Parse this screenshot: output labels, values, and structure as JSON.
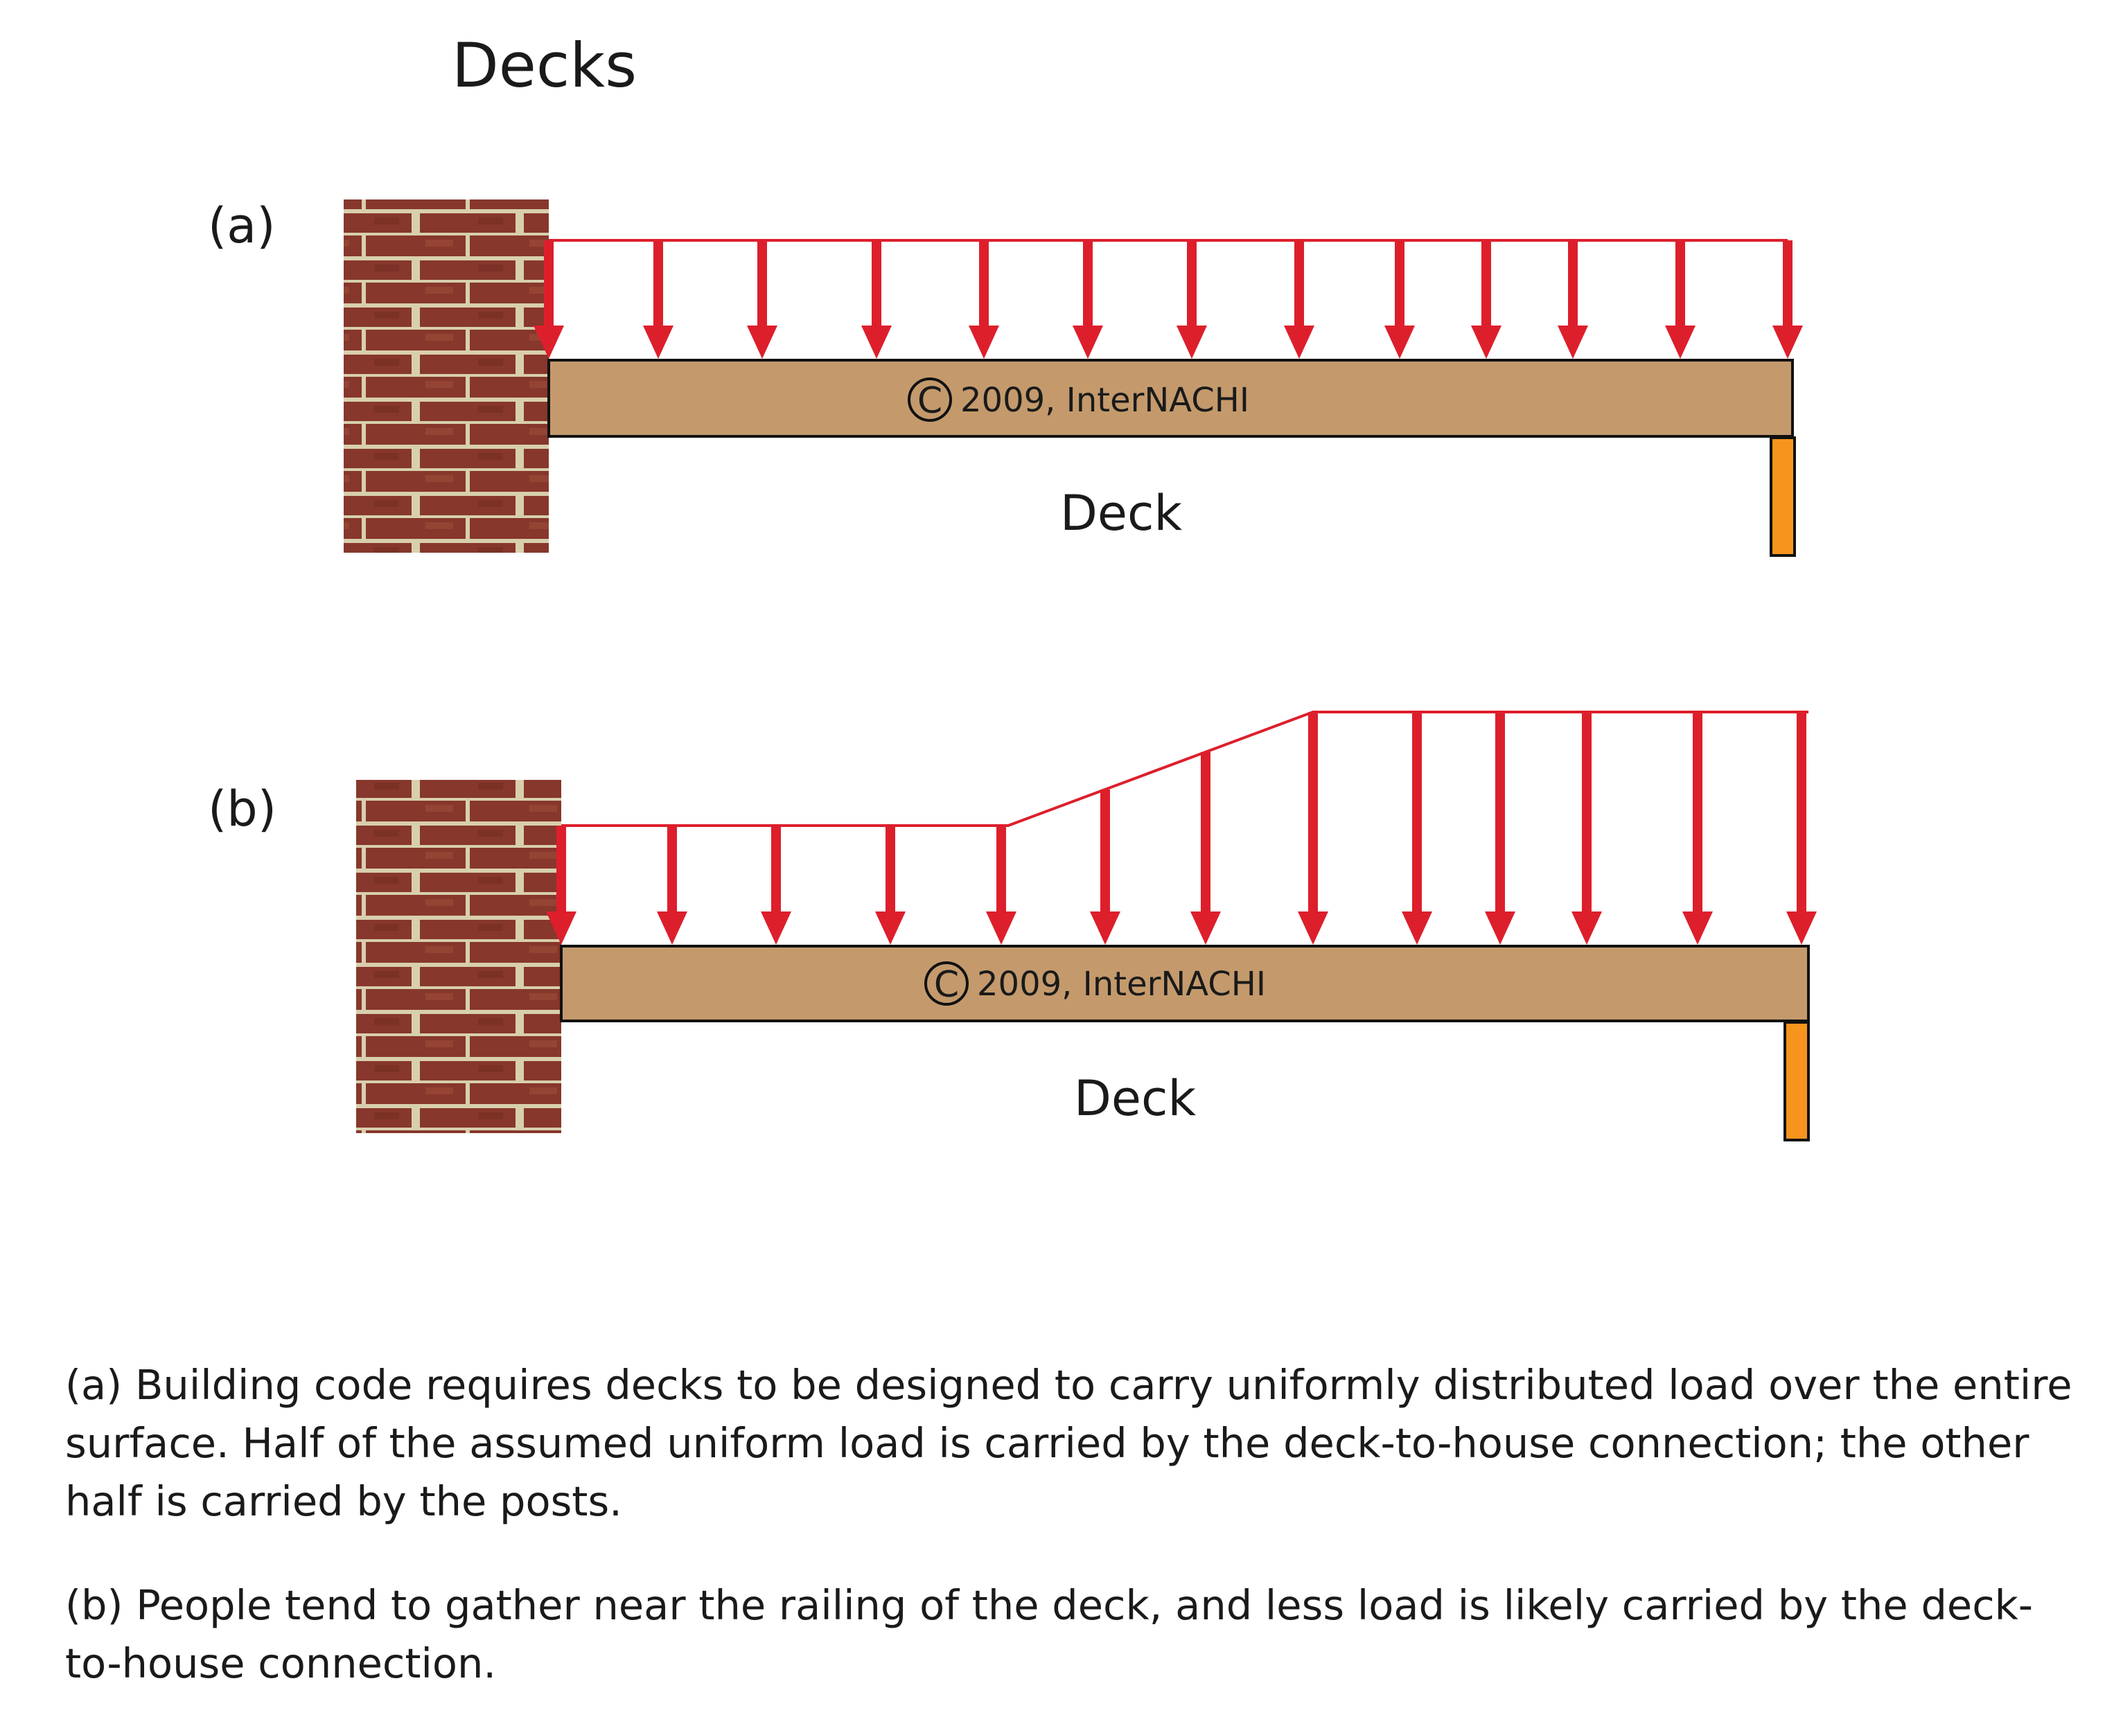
{
  "title": "Decks",
  "colors": {
    "load": "#dd1f2c",
    "deck": "#c49a6c",
    "post": "#f7941d",
    "brick": "#8e3b2e",
    "mortar": "#d8cfae"
  },
  "panels": [
    {
      "id": "a",
      "marker": "(a)",
      "copyright": "2009, InterNACHI",
      "copyright_symbol": "C",
      "deck_label": "Deck",
      "load_profile": "uniform"
    },
    {
      "id": "b",
      "marker": "(b)",
      "copyright": "2009, InterNACHI",
      "copyright_symbol": "C",
      "deck_label": "Deck",
      "load_profile": "increasing-toward-railing"
    }
  ],
  "captions": [
    "(a) Building code requires decks to be designed to carry uniformly distributed load over the entire surface. Half of the assumed uniform load is carried by the deck-to-house connection; the other half is carried by the posts.",
    "(b) People tend to gather near the railing of the deck, and less load is likely carried by the deck-to-house connection."
  ]
}
